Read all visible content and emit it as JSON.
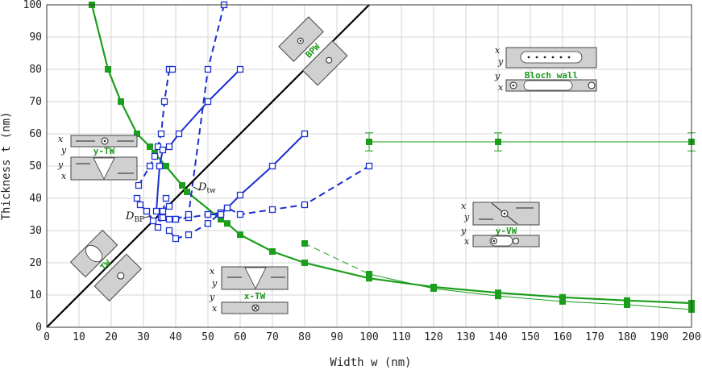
{
  "chart_data": {
    "type": "line",
    "xlabel": "Width w (nm)",
    "ylabel": "Thickness t (nm)",
    "xlim": [
      0,
      200
    ],
    "ylim": [
      0,
      100
    ],
    "xticks": [
      0,
      10,
      20,
      30,
      40,
      50,
      60,
      70,
      80,
      90,
      100,
      110,
      120,
      130,
      140,
      150,
      160,
      170,
      180,
      190,
      200
    ],
    "yticks": [
      0,
      10,
      20,
      30,
      40,
      50,
      60,
      70,
      80,
      90,
      100
    ],
    "grid": true,
    "series": [
      {
        "color": "#1b9e1b",
        "style": "solid",
        "marker": "filled-square",
        "width": 2.2,
        "x": [
          14,
          19,
          23,
          28,
          32,
          33.5,
          42,
          43.5,
          54,
          56,
          60,
          70,
          80,
          100,
          120,
          140,
          160,
          180,
          200
        ],
        "y": [
          100,
          80,
          70,
          60,
          56,
          54,
          44,
          42,
          33.5,
          32.2,
          28.7,
          23.5,
          20,
          15.2,
          12.5,
          10.7,
          9.3,
          8.3,
          7.5
        ]
      },
      {
        "color": "#1b9e1b",
        "style": "dashed",
        "marker": "filled-square",
        "width": 1.8,
        "x": [
          32,
          33.5,
          37,
          42,
          43.5
        ],
        "y": [
          56,
          54,
          50,
          44,
          42
        ]
      },
      {
        "color": "#1b9e1b",
        "style": "solid",
        "marker": "filled-square",
        "width": 1,
        "x": [
          100,
          120,
          140,
          160,
          180,
          200
        ],
        "y": [
          16.5,
          12,
          9.7,
          8,
          7,
          5.5
        ]
      },
      {
        "color": "#1b9e1b",
        "style": "dashed",
        "marker": "filled-square",
        "width": 1,
        "x": [
          80,
          100
        ],
        "y": [
          26,
          16.5
        ]
      },
      {
        "color": "#1b9e1b",
        "style": "solid",
        "marker": "filled-square",
        "width": 1,
        "errorbars": 2.8,
        "x": [
          100,
          140,
          200
        ],
        "y": [
          57.5,
          57.5,
          57.5
        ]
      },
      {
        "color": "#1b9e1b",
        "style": "none",
        "marker": "filled-square",
        "width": 1,
        "x": [
          55
        ],
        "y": [
          100
        ]
      },
      {
        "color": "#1b2fd0",
        "style": "dashed",
        "marker": "open-square",
        "width": 2,
        "x": [
          28,
          29,
          31,
          33,
          34.5,
          35.5,
          36,
          37,
          38
        ],
        "y": [
          40,
          38,
          36,
          33,
          31,
          34,
          36,
          40,
          37.5
        ]
      },
      {
        "color": "#1b2fd0",
        "style": "dashed",
        "marker": "open-square",
        "width": 2,
        "x": [
          28.5,
          32,
          33.5,
          34.5,
          35.5,
          36.5,
          38,
          39
        ],
        "y": [
          44,
          50,
          53,
          56,
          60,
          70,
          80,
          80
        ]
      },
      {
        "color": "#1b2fd0",
        "style": "dashed",
        "marker": "open-square",
        "width": 2,
        "x": [
          38,
          40,
          44,
          50,
          54,
          56,
          60,
          70,
          80,
          100
        ],
        "y": [
          30,
          27.5,
          28.7,
          32.2,
          35.5,
          37,
          35,
          36.5,
          38,
          50
        ]
      },
      {
        "color": "#1b2fd0",
        "style": "dashed",
        "marker": "open-square",
        "width": 2,
        "x": [
          36,
          38,
          40,
          44,
          50,
          54
        ],
        "y": [
          34,
          33.5,
          33.5,
          34,
          35,
          35.5
        ]
      },
      {
        "color": "#1b2fd0",
        "style": "solid",
        "marker": "open-square",
        "width": 2,
        "x": [
          34,
          35,
          36,
          38,
          41,
          50,
          60
        ],
        "y": [
          36,
          50,
          55,
          56,
          60,
          70,
          80
        ]
      },
      {
        "color": "#1b2fd0",
        "style": "solid",
        "marker": "open-square",
        "width": 2,
        "x": [
          50,
          54,
          56,
          60,
          70,
          80
        ],
        "y": [
          35,
          35,
          37,
          41,
          50,
          60
        ]
      },
      {
        "color": "#1b2fd0",
        "style": "dashed",
        "marker": "open-square",
        "width": 2,
        "x": [
          40,
          44,
          50,
          55
        ],
        "y": [
          33.5,
          35,
          80,
          100
        ]
      },
      {
        "color": "#000000",
        "style": "solid",
        "marker": "none",
        "width": 2.2,
        "x": [
          0,
          100
        ],
        "y": [
          0,
          100
        ]
      }
    ],
    "annotations": [
      {
        "text": "D",
        "sub": "tw",
        "x": 47,
        "y": 43.5
      },
      {
        "text": "D",
        "sub": "BP",
        "x": 24.5,
        "y": 33.5
      }
    ],
    "insets": [
      {
        "label": "y-TW",
        "axes": [
          "x",
          "y",
          "y",
          "x"
        ]
      },
      {
        "label": "x-TW",
        "axes": [
          "x",
          "y",
          "y",
          "x"
        ]
      },
      {
        "label": "y-VW",
        "axes": [
          "x",
          "y",
          "y",
          "x"
        ]
      },
      {
        "label": "Bloch wall",
        "axes": [
          "x",
          "y",
          "y",
          "x"
        ]
      },
      {
        "label": "BPW",
        "axes": []
      },
      {
        "label": "TW",
        "axes": []
      }
    ]
  }
}
